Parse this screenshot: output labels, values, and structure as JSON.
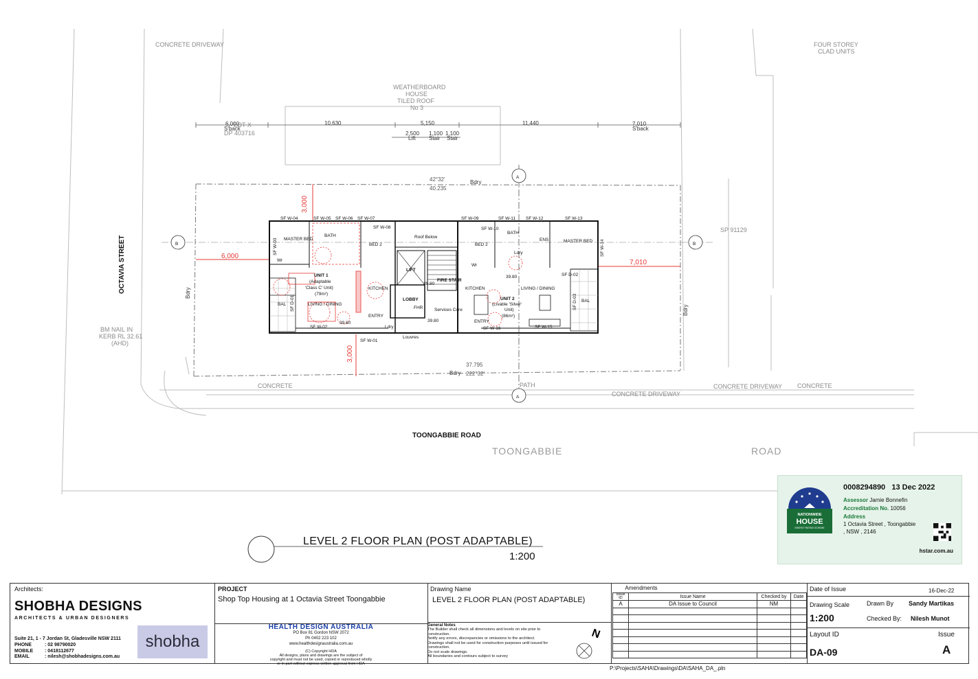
{
  "plan": {
    "title": "LEVEL 2 FLOOR PLAN (POST ADAPTABLE)",
    "scale": "1:200",
    "setback_left": "6,000",
    "setback_right": "7,010",
    "setback_top": "3,000",
    "setback_bottom": "3,000",
    "level_a": "39.80",
    "level_b": "39.80",
    "level_c": "39.80",
    "level_d": "39.80",
    "units": {
      "unit1_name": "UNIT 1",
      "unit1_type": "(Adaptable",
      "unit1_class": "'Class C' Unit)",
      "unit1_area": "(79m²)",
      "unit2_name": "UNIT 2",
      "unit2_type": "(Livable 'Silver'",
      "unit2_class": "Unit)",
      "unit2_area": "(86m²)"
    },
    "rooms": {
      "master_bed": "MASTER BED",
      "bath": "BATH",
      "bed2": "BED 2",
      "kitchen": "KITCHEN",
      "living": "LIVING / DINING",
      "bal": "BAL",
      "entry": "ENTRY",
      "lobby": "LOBBY",
      "lift": "LIFT",
      "fire_stair": "FIRE STAIR",
      "roof_below": "Roof  Below",
      "ens": "ENS",
      "ldry": "Ldry",
      "wr": "Wr",
      "louvres": "Louvres",
      "fhr": "FHR",
      "services": "Services Core"
    },
    "windows": {
      "w01": "SF W-01",
      "w02": "SF W-02",
      "w03": "SF W-03",
      "w04": "SF W-04",
      "w05": "SF W-05",
      "w06": "SF W-06",
      "w07": "SF W-07",
      "w08": "SF W-08",
      "w09": "SF W-09",
      "w10": "SF W-10",
      "w11": "SF W-11",
      "w12": "SF W-12",
      "w13": "SF W-13",
      "w14": "SF W-14",
      "w15": "SF W-15",
      "w16": "SF W-16",
      "d01": "SF D-01",
      "d02": "SF D-02",
      "d03": "SF D-03"
    },
    "site": {
      "street_west": "OCTAVIA STREET",
      "road_south": "TOONGABBIE ROAD",
      "road_big_1": "TOONGABBIE",
      "road_big_2": "ROAD",
      "neighbour_n1": "WEATHERBOARD",
      "neighbour_n2": "HOUSE",
      "neighbour_n3": "TILED ROOF",
      "neighbour_n4": "No 3",
      "neighbour_e1": "FOUR STOREY",
      "neighbour_e2": "CLAD UNITS",
      "lot": "LOT X",
      "dp_n": "DP 403716",
      "dp_e": "SP 91129",
      "concrete_driveway": "CONCRETE DRIVEWAY",
      "concrete": "CONCRETE",
      "path": "PATH",
      "bdry": "Bdry",
      "bm": "BM NAIL IN",
      "bm2": "KERB RL 32.61",
      "bm3": "(AHD)",
      "dim_north": "40.235",
      "dim_south": "37.795",
      "bearing_n": "42°32'",
      "bearing_s": "222°32'",
      "north_dims": [
        "6,000",
        "10,630",
        "5,150",
        "2,500",
        "1,100",
        "1,100",
        "11,440",
        "7,010"
      ],
      "north_sub": [
        "S'back",
        "Lift",
        "Stair",
        "Stair",
        "S'back"
      ],
      "section_a": "A",
      "section_b": "B"
    }
  },
  "certificate": {
    "number": "0008294890",
    "date": "13 Dec 2022",
    "assessor_label": "Assessor",
    "assessor": "Jamie Bonnefin",
    "accreditation_label": "Accreditation No.",
    "accreditation": "10056",
    "address_label": "Address",
    "address_1": "1 Octavia Street , Toongabbie",
    "address_2": ", NSW , 2146",
    "website": "hstar.com.au",
    "logo_text_1": "NATIONWIDE",
    "logo_text_2": "HOUSE",
    "logo_text_3": "ENERGY RATING SCHEME"
  },
  "title_block": {
    "architects_label": "Architects:",
    "firm": "SHOBHA DESIGNS",
    "firm_sub": "ARCHITECTS & URBAN DESIGNERS",
    "address": "Suite 21, 1 - 7 Jordan St, Gladesville NSW 2111",
    "phone_label": "PHONE",
    "phone": "02 98790020",
    "mobile_label": "MOBILE",
    "mobile": "0418112677",
    "email_label": "EMAIL",
    "email": "nilesh@shobhadesigns.com.au",
    "logo": "shobha",
    "project_label": "PROJECT",
    "project": "Shop Top Housing at 1 Octavia Street Toongabbie",
    "hda_name": "HEALTH DESIGN AUSTRALIA",
    "hda_line1": "PO Box 81 Gordon NSW 2072",
    "hda_line2": "Ph 0402 223 102",
    "hda_line3": "www.healthdesignaustralia.com.au",
    "hda_copy1": "(C) Copyright HDA",
    "hda_copy2": "All designs, plans and drawings are the subject of",
    "hda_copy3": "copyright and must not be used, copied or reproduced wholly",
    "hda_copy4": "or in part without express written approval from HDA",
    "drawing_name_label": "Drawing Name",
    "drawing_name": "LEVEL 2 FLOOR PLAN (POST ADAPTABLE)",
    "general_notes_label": "General Notes",
    "notes": [
      "The Builder shall check all dimensions and levels on site prior to",
      "construction.",
      "Notify any errors, discrepancies or omissions to the architect.",
      "Drawings shall not be used for construction purposes until issued for",
      "construction.",
      "Do not scale drawings.",
      "All boundaries and contours subject to survey"
    ],
    "amendments_label": "Amendments",
    "am_issue_id": "Issue ID",
    "am_issue_name": "Issue Name",
    "am_checked": "Checked by",
    "am_date": "Date",
    "am_row_id": "A",
    "am_row_name": "DA Issue to Council",
    "am_row_checked": "NM",
    "date_label": "Date of Issue",
    "date": "16-Dec-22",
    "scale_label": "Drawing Scale",
    "scale": "1:200",
    "drawn_label": "Drawn By",
    "drawn": "Sandy Martikas",
    "checked_label": "Checked By:",
    "checked": "Nilesh Munot",
    "layout_label": "Layout ID",
    "layout": "DA-09",
    "issue_label": "Issue",
    "issue": "A",
    "filepath": "P:\\Projects\\SAHA\\Drawings\\DA\\SAHA_DA_.pln",
    "north": "N"
  }
}
